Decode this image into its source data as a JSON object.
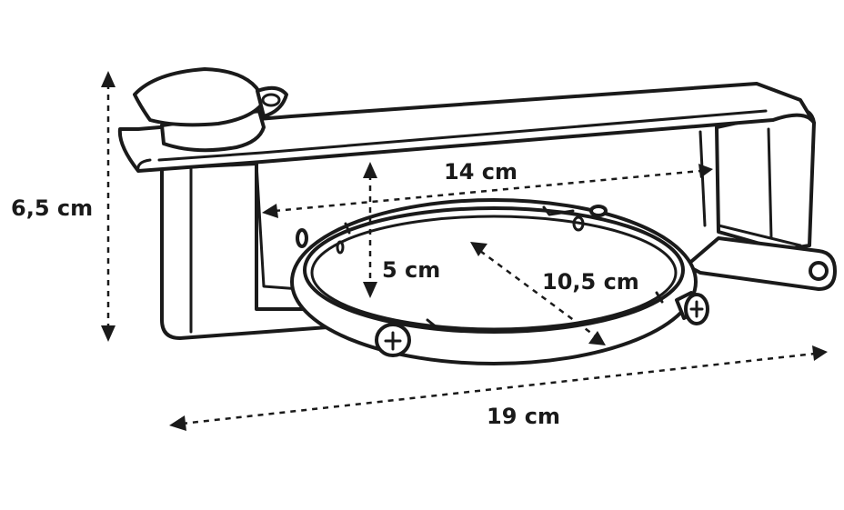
{
  "dimensions": {
    "height": "6,5 cm",
    "inner_width": "14 cm",
    "inner_height": "5 cm",
    "ring_diameter": "10,5 cm",
    "total_length": "19 cm"
  }
}
